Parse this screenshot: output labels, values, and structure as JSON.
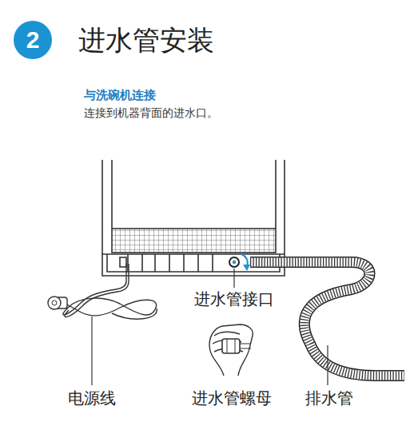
{
  "diagram": {
    "title": "进水管安装",
    "nodes": [
      {
        "text": [
          "2"
        ]
      }
    ],
    "labels": [
      "与洗碗机连接",
      "连接到机器背面的进水口。",
      "进水管接口",
      "电源线",
      "进水管螺母",
      "排水管"
    ]
  }
}
